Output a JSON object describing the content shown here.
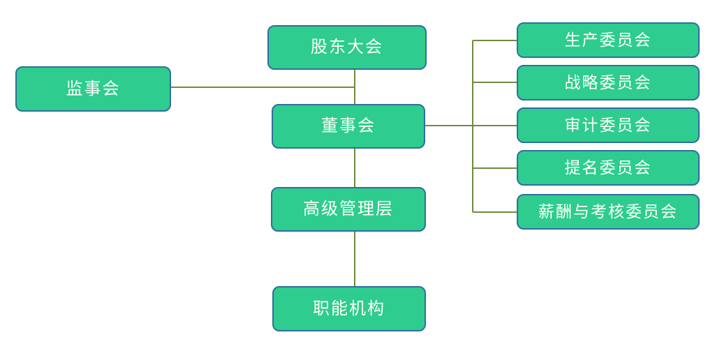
{
  "diagram": {
    "type": "org-chart",
    "colors": {
      "background": "#ffffff",
      "node_fill": "#2ecc8e",
      "node_border": "#2f6f9e",
      "text": "#fdfffd",
      "line": "#6e8b3e"
    },
    "nodes": {
      "shareholders_meeting": {
        "label": "股东大会"
      },
      "supervisory_board": {
        "label": "监事会"
      },
      "board_of_directors": {
        "label": "董事会"
      },
      "senior_management": {
        "label": "高级管理层"
      },
      "functional_departments": {
        "label": "职能机构"
      }
    },
    "committees": [
      {
        "label": "生产委员会"
      },
      {
        "label": "战略委员会"
      },
      {
        "label": "审计委员会"
      },
      {
        "label": "提名委员会"
      },
      {
        "label": "薪酬与考核委员会"
      }
    ],
    "edges": [
      {
        "from": "股东大会",
        "to": "董事会"
      },
      {
        "from": "监事会",
        "to": "股东大会-董事会连线"
      },
      {
        "from": "董事会",
        "to": "高级管理层"
      },
      {
        "from": "高级管理层",
        "to": "职能机构"
      },
      {
        "from": "董事会",
        "to": "生产委员会"
      },
      {
        "from": "董事会",
        "to": "战略委员会"
      },
      {
        "from": "董事会",
        "to": "审计委员会"
      },
      {
        "from": "董事会",
        "to": "提名委员会"
      },
      {
        "from": "董事会",
        "to": "薪酬与考核委员会"
      }
    ]
  }
}
